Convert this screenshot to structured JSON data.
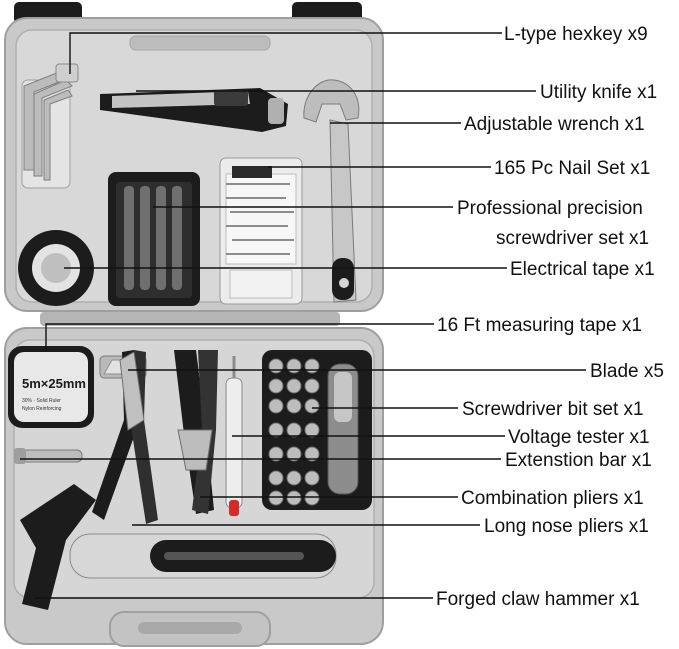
{
  "colors": {
    "case": "#c9c9c9",
    "case_light": "#dadada",
    "case_dark": "#9f9f9f",
    "tool_black": "#1c1c1c",
    "chrome": "#b8b8b8",
    "accent_red": "#d42a2a",
    "leader": "#111111",
    "label_text": "#111111"
  },
  "labels": [
    "L-type hexkey x9",
    "Utility knife x1",
    "Adjustable wrench x1",
    "165 Pc Nail Set x1",
    "Professional precision",
    "screwdriver set x1",
    "Electrical tape x1",
    "16 Ft measuring tape x1",
    "Blade x5",
    "Screwdriver bit set x1",
    "Voltage tester x1",
    "Extenstion bar x1",
    "Combination pliers x1",
    "Long nose pliers x1",
    "Forged claw hammer x1"
  ],
  "tape_printing": {
    "main": "5m×25mm",
    "sub1": "30% · Solid Ruler",
    "sub2": "Nylon Reinforcing"
  }
}
